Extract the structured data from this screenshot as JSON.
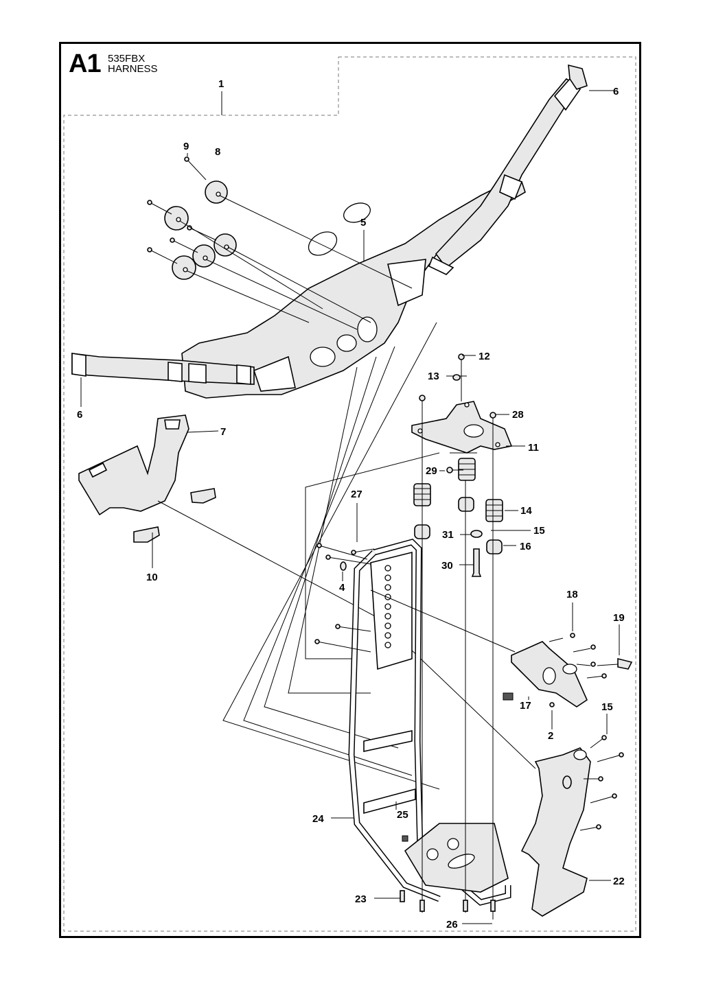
{
  "header": {
    "section_code": "A1",
    "model": "535FBX",
    "assembly_name": "HARNESS"
  },
  "callouts": {
    "c1": "1",
    "c2": "2",
    "c4": "4",
    "c5": "5",
    "c6a": "6",
    "c6b": "6",
    "c7": "7",
    "c8": "8",
    "c9": "9",
    "c10": "10",
    "c11": "11",
    "c12": "12",
    "c13": "13",
    "c14": "14",
    "c15a": "15",
    "c15b": "15",
    "c16": "16",
    "c17": "17",
    "c18": "18",
    "c19": "19",
    "c22": "22",
    "c23": "23",
    "c24": "24",
    "c25": "25",
    "c26": "26",
    "c27": "27",
    "c28": "28",
    "c29": "29",
    "c30": "30",
    "c31": "31"
  },
  "colors": {
    "line": "#000000",
    "part_fill": "#e8e8e8",
    "dashed_boundary": "#777777"
  }
}
